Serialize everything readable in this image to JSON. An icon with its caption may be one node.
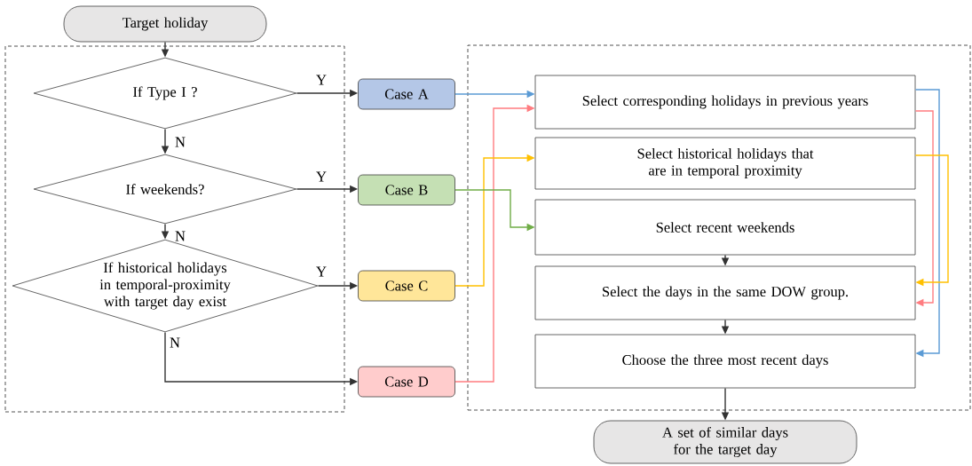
{
  "diagram": {
    "nodes": [
      {
        "text": [
          "Target holiday"
        ]
      },
      {
        "text": [],
        "shape": "box"
      },
      {
        "text": [
          "If Type I ?"
        ],
        "in": 1
      },
      {
        "text": [
          "If weekends?"
        ],
        "in": 1
      },
      {
        "text": [
          "If historical holidays in temporal-proximity with target day exist"
        ],
        "in": 1
      },
      {
        "text": [
          "Case A"
        ]
      },
      {
        "text": [
          "Case B"
        ]
      },
      {
        "text": [
          "Case C"
        ]
      },
      {
        "text": [
          "Case D"
        ]
      },
      {
        "text": [],
        "shape": "box"
      },
      {
        "text": [
          "Select corresponding holidays in previous years"
        ],
        "in": 9
      },
      {
        "text": [
          "Select historical holidays that are in temporal proximity"
        ],
        "in": 9
      },
      {
        "text": [
          "Select recent weekends"
        ],
        "in": 9
      },
      {
        "text": [
          "Select the days in the same DOW group."
        ],
        "in": 9
      },
      {
        "text": [
          "Choose the three most recent days"
        ],
        "in": 9
      },
      {
        "text": [
          "A set of similar days for the target day"
        ]
      }
    ],
    "edges": [
      {
        "from": 0,
        "to": 2,
        "arrow": "to"
      },
      {
        "from": 2,
        "to": 5,
        "arrow": "to",
        "label": "Y"
      },
      {
        "from": 2,
        "to": 3,
        "arrow": "to",
        "label": "N"
      },
      {
        "from": 3,
        "to": 6,
        "arrow": "to",
        "label": "Y"
      },
      {
        "from": 3,
        "to": 4,
        "arrow": "to",
        "label": "N"
      },
      {
        "from": 4,
        "to": 7,
        "arrow": "to",
        "label": "Y"
      },
      {
        "from": 4,
        "to": 8,
        "arrow": "to",
        "label": "N"
      },
      {
        "from": 5,
        "to": 10,
        "arrow": "to",
        "color": "#5b9bd5"
      },
      {
        "from": 8,
        "to": 10,
        "arrow": "to",
        "color": "#ff7c80"
      },
      {
        "from": 7,
        "to": 11,
        "arrow": "to",
        "color": "#ffc000"
      },
      {
        "from": 6,
        "to": 12,
        "arrow": "to",
        "color": "#70ad47"
      },
      {
        "from": 12,
        "to": 13,
        "arrow": "to"
      },
      {
        "from": 13,
        "to": 14,
        "arrow": "to"
      },
      {
        "from": 14,
        "to": 15,
        "arrow": "to"
      },
      {
        "from": 10,
        "to": 14,
        "arrow": "to",
        "color": "#5b9bd5"
      },
      {
        "from": 10,
        "to": 13,
        "arrow": "to",
        "color": "#ff7c80"
      },
      {
        "from": 11,
        "to": 13,
        "arrow": "to",
        "color": "#ffc000"
      }
    ]
  }
}
